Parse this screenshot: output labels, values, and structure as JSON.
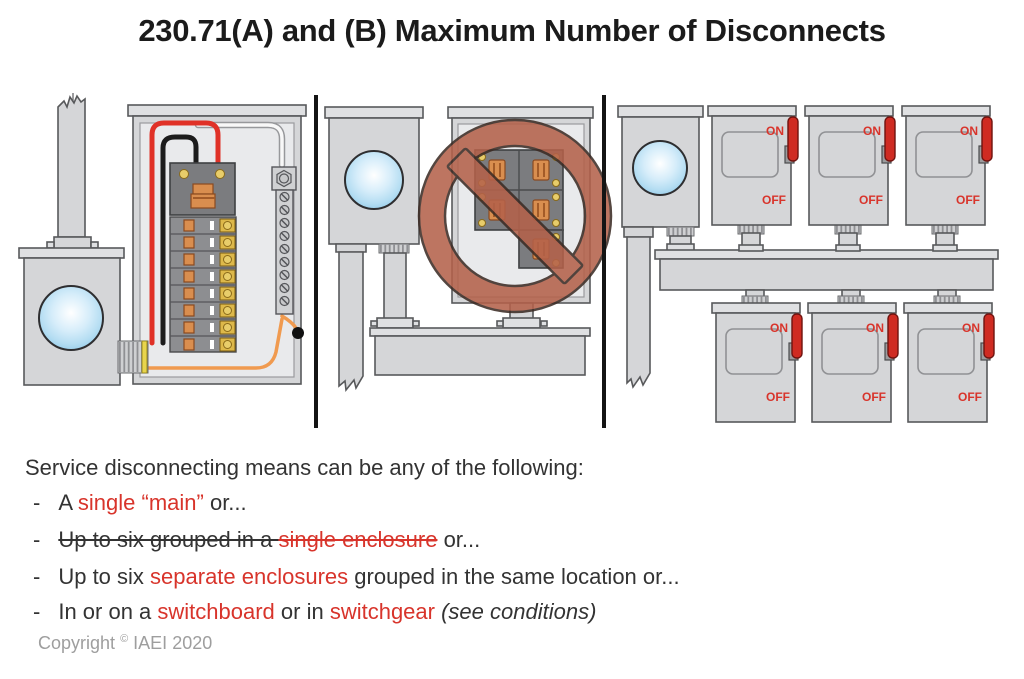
{
  "title": "230.71(A) and (B) Maximum Number of Disconnects",
  "lead": "Service disconnecting means can be any of the following:",
  "bullet_dash": "-",
  "bullets": {
    "b1": {
      "s1": "A ",
      "s2": "single “main”",
      "s3": " or..."
    },
    "b2": {
      "s1": "Up to six grouped in a ",
      "s2": "single enclosure",
      "s3": " or..."
    },
    "b3": {
      "s1": "Up to six ",
      "s2": "separate enclosures",
      "s3": " grouped in the same location or..."
    },
    "b4": {
      "s1": "In or on a ",
      "s2": "switchboard",
      "s3": " or in ",
      "s4": "switchgear",
      "s5": " ",
      "s6": "(see conditions)"
    }
  },
  "copyright": {
    "word": "Copyright",
    "symbol": "©",
    "rest": " IAEI 2020"
  },
  "disconnect_labels": {
    "on": "ON",
    "off": "OFF"
  },
  "icons": {
    "no_symbol_icon": "circle-with-diagonal-slash"
  },
  "colors": {
    "accent_red_text": "#d8342b",
    "prohibition_sign": "#b4614a",
    "enclosure_gray": "#d5d6d8",
    "wire_red": "#e03127",
    "wire_black": "#1c1c1c",
    "wire_orange": "#f09a4f",
    "meter_glass_blue": "#8ec8e8",
    "handle_red": "#cf2b22",
    "copyright_gray": "#9e9e9e"
  }
}
